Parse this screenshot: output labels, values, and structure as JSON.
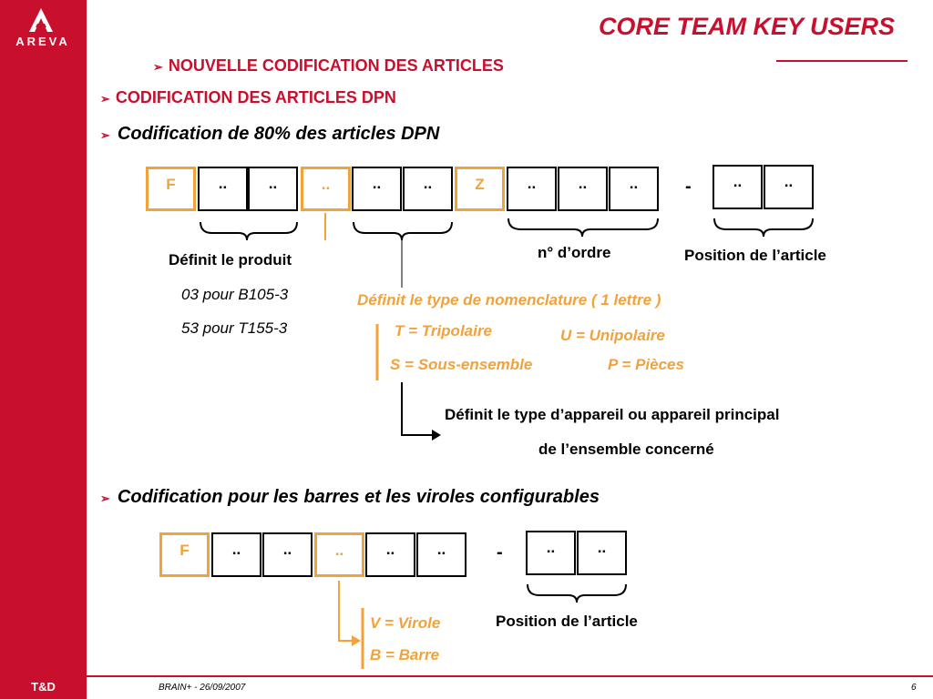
{
  "brand": {
    "name": "AREVA",
    "division": "T&D"
  },
  "slide": {
    "title": "CORE TEAM KEY USERS",
    "bullets": [
      "NOUVELLE CODIFICATION DES ARTICLES",
      "CODIFICATION DES ARTICLES DPN"
    ],
    "sections": [
      {
        "heading": "Codification de 80% des articles DPN"
      },
      {
        "heading": "Codification pour les barres et les viroles configurables"
      }
    ]
  },
  "row1": {
    "boxes": [
      "F",
      "..",
      "..",
      "..",
      "..",
      "..",
      "Z",
      "..",
      "..",
      ".."
    ],
    "separator": "-",
    "suffix_boxes": [
      "..",
      ".."
    ]
  },
  "row2": {
    "boxes": [
      "F",
      "..",
      "..",
      "..",
      "..",
      ".."
    ],
    "separator": "-",
    "suffix_boxes": [
      "..",
      ".."
    ]
  },
  "annotations": {
    "produit": {
      "title": "Définit le produit",
      "lines": [
        "03 pour B105-3",
        "53 pour T155-3"
      ]
    },
    "ordre": "n° d’ordre",
    "position1": "Position de l’article",
    "nomenclature": {
      "title": "Définit le type de nomenclature ( 1 lettre )",
      "t": "T = Tripolaire",
      "u": "U = Unipolaire",
      "s": "S = Sous-ensemble",
      "p": "P = Pièces"
    },
    "appareil": {
      "line1": "Définit le type d’appareil ou appareil principal",
      "line2": "de l’ensemble concerné"
    },
    "virole": {
      "v": "V = Virole",
      "b": "B = Barre"
    },
    "position2": "Position de l’article"
  },
  "footer": {
    "text": "BRAIN+ - 26/09/2007",
    "page": "6"
  },
  "colors": {
    "brand_red": "#c8102e",
    "orange": "#f2a23a",
    "black": "#000000"
  }
}
